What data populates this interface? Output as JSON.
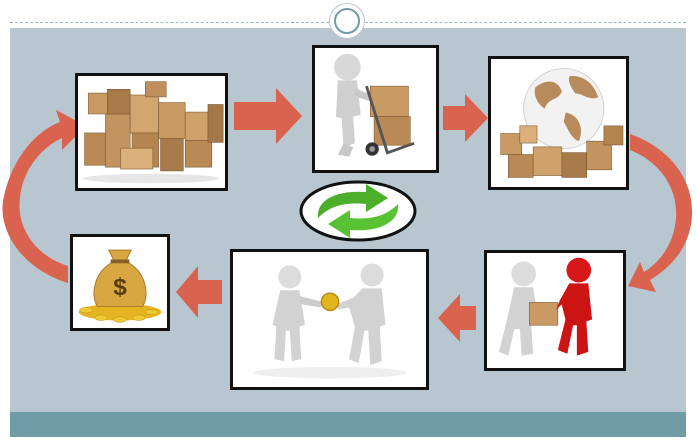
{
  "colors": {
    "panel": "#b8c6d0",
    "bottom_bar": "#6f9ca5",
    "arrow": "#d9634f",
    "recycle_green": "#4caf2b",
    "frame": "#111111"
  },
  "steps": [
    {
      "id": "stock-boxes",
      "icon": "stacked-boxes-icon"
    },
    {
      "id": "hand-truck",
      "icon": "hand-truck-icon"
    },
    {
      "id": "global-shipping",
      "icon": "globe-boxes-icon"
    },
    {
      "id": "delivery-handover",
      "icon": "package-handover-icon"
    },
    {
      "id": "coin-payment",
      "icon": "coin-exchange-icon"
    },
    {
      "id": "money-bag",
      "icon": "money-bag-icon"
    }
  ],
  "center": {
    "icon": "recycle-arrows-icon"
  },
  "money_symbol": "$"
}
